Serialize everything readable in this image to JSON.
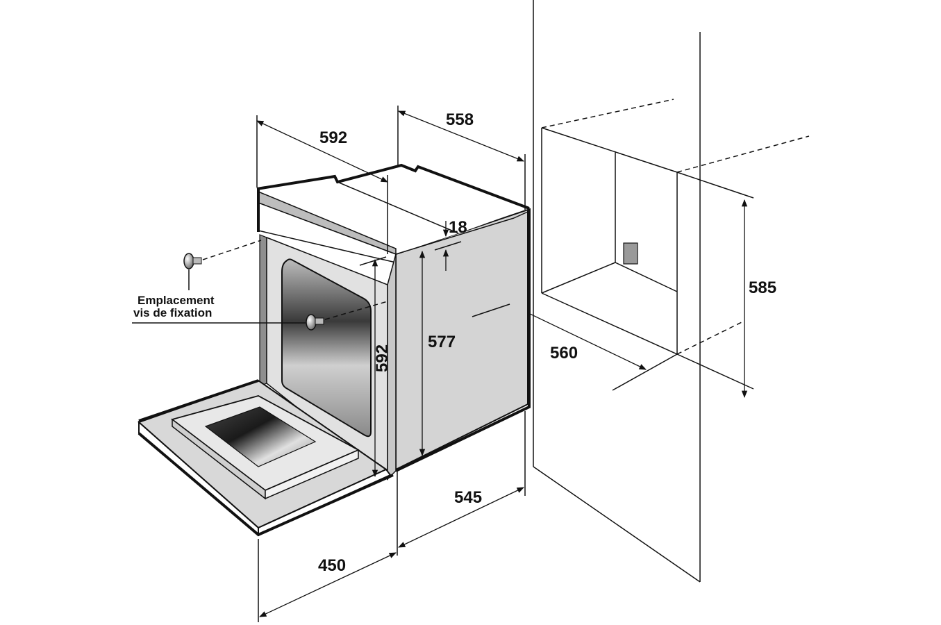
{
  "diagram": {
    "colors": {
      "line": "#111111",
      "body_grey": "#d4d4d4",
      "panel_grey": "#bdbdbd",
      "door_light": "#e6e6e6",
      "background": "#ffffff"
    },
    "dimensions": {
      "top_width": "592",
      "top_depth": "558",
      "top_thickness": "18",
      "front_height": "592",
      "side_height": "577",
      "bottom_depth": "545",
      "door_depth": "450",
      "niche_height": "585",
      "niche_depth": "560"
    },
    "note": {
      "line1": "Emplacement",
      "line2": "vis de fixation"
    }
  }
}
